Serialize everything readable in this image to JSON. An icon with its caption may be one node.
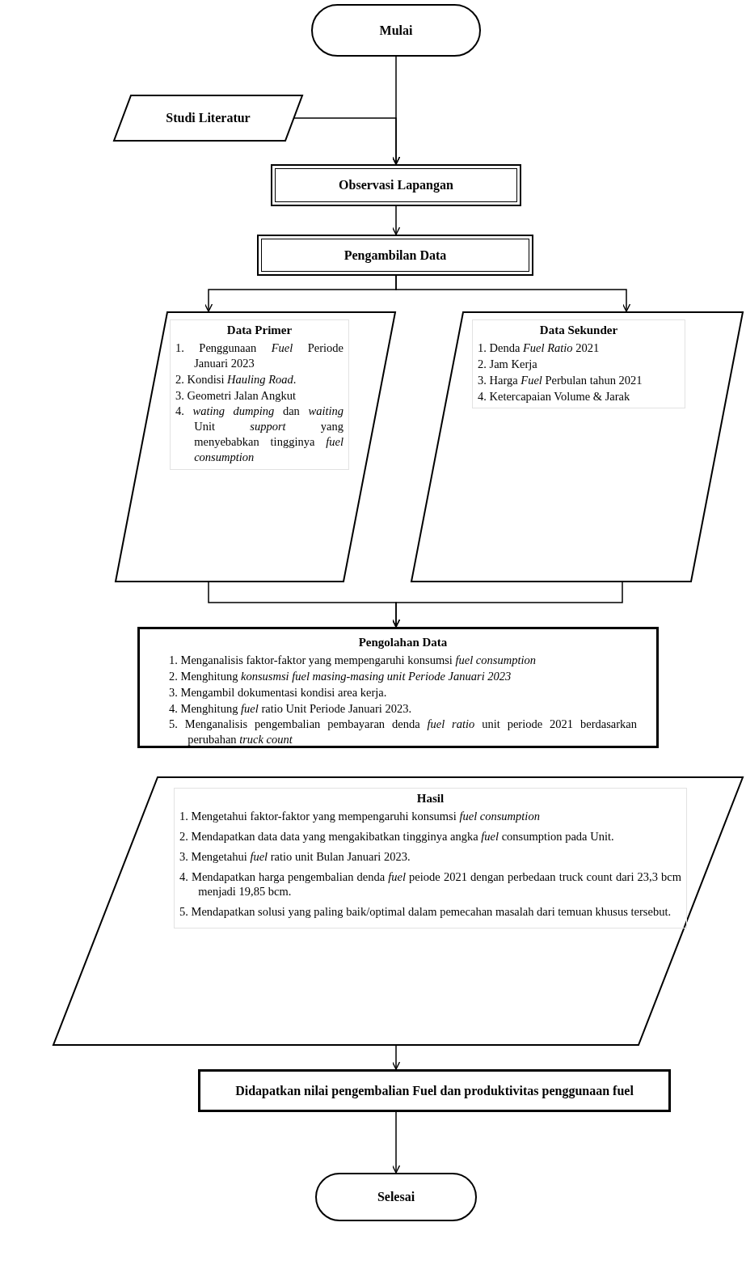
{
  "diagram": {
    "nodes": [
      {
        "text": [
          "Mulai"
        ]
      },
      {
        "text": [
          "Studi Literatur"
        ]
      },
      {
        "text": [
          "Observasi Lapangan"
        ]
      },
      {
        "text": [
          "Pengambilan Data"
        ]
      },
      {
        "text": [
          "Data Primer",
          "1. Penggunaan *Fuel* Periode Januari 2023",
          "2. Kondisi *Hauling Road*.",
          "3. Geometri Jalan Angkut",
          "4. *wating dumping* dan *waiting* Unit *support* yang menyebabkan tingginya *fuel consumption*"
        ]
      },
      {
        "text": [
          "Data Sekunder",
          "1. Denda *Fuel Ratio* 2021",
          "2. Jam Kerja",
          "3. Harga *Fuel* Perbulan tahun 2021",
          "4. Ketercapaian Volume & Jarak"
        ]
      },
      {
        "text": [
          "Pengolahan Data",
          "1. Menganalisis faktor-faktor yang mempengaruhi konsumsi *fuel consumption*",
          "2. Menghitung *konsusmsi fuel masing-masing unit Periode Januari 2023*",
          "3. Mengambil dokumentasi kondisi area kerja.",
          "4. Menghitung *fuel* ratio Unit Periode Januari 2023.",
          "5. Menganalisis pengembalian pembayaran denda *fuel ratio* unit periode 2021 berdasarkan perubahan *truck count*"
        ]
      },
      {
        "text": [
          "Hasil",
          "1. Mengetahui faktor-faktor yang mempengaruhi konsumsi *fuel consumption*",
          "2. Mendapatkan data data yang mengakibatkan tingginya angka *fuel* consumption pada Unit.",
          "3. Mengetahui *fuel* ratio unit Bulan Januari 2023.",
          "4. Mendapatkan harga pengembalian denda *fuel* peiode 2021 dengan perbedaan truck count dari 23,3 bcm menjadi 19,85 bcm.",
          "5. Mendapatkan solusi yang paling baik/optimal dalam pemecahan masalah dari temuan khusus tersebut."
        ]
      },
      {
        "text": [
          "Didapatkan nilai pengembalian Fuel dan produktivitas penggunaan fuel"
        ]
      },
      {
        "text": [
          "Selesai"
        ]
      }
    ],
    "edges": [
      {
        "from": 0,
        "to": 2,
        "arrow": "to"
      },
      {
        "from": 1,
        "to": 2,
        "arrow": "to"
      },
      {
        "from": 2,
        "to": 3,
        "arrow": "to"
      },
      {
        "from": 3,
        "to": 4,
        "arrow": "to"
      },
      {
        "from": 3,
        "to": 5,
        "arrow": "to"
      },
      {
        "from": 4,
        "to": 6,
        "arrow": "to"
      },
      {
        "from": 5,
        "to": 6,
        "arrow": "to"
      },
      {
        "from": 7,
        "to": 8,
        "arrow": "to"
      },
      {
        "from": 8,
        "to": 9,
        "arrow": "to"
      }
    ]
  }
}
